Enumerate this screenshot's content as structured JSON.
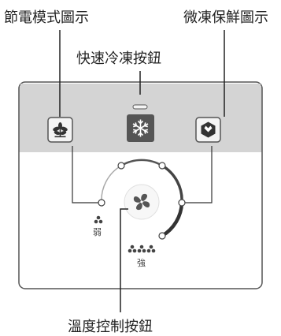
{
  "callouts": {
    "energy_saving_icon": "節電模式圖示",
    "partial_freeze_icon": "微凍保鮮圖示",
    "quick_freeze_button": "快速冷凍按鈕",
    "temperature_control_button": "溫度控制按鈕"
  },
  "scale": {
    "weak": "弱",
    "strong": "強"
  },
  "icons": {
    "energy_saving": "leaf-icon",
    "quick_freeze": "snowflake-icon",
    "partial_freeze": "gem-icon",
    "fan": "fan-icon"
  },
  "colors": {
    "panel_top": "#d4d4d4",
    "panel_border": "#555555",
    "quick_freeze_fill": "#555555",
    "line": "#333333"
  }
}
